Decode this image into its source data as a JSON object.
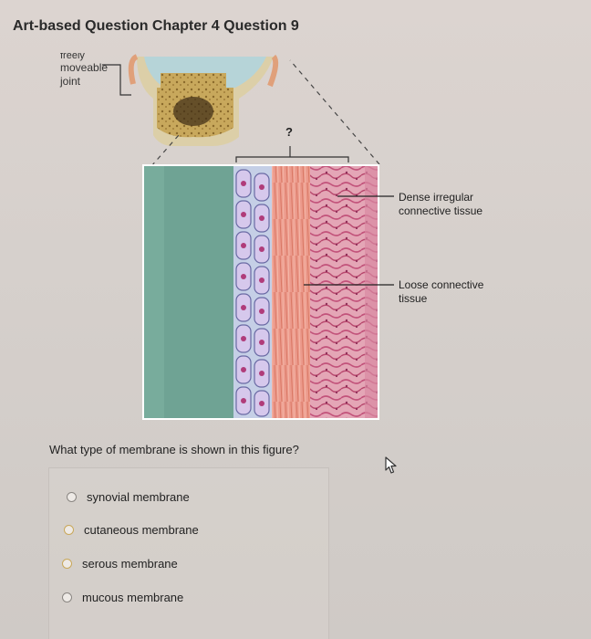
{
  "header": {
    "title": "Art-based Question Chapter 4 Question 9"
  },
  "figure": {
    "joint_label_cut": "freely",
    "joint_label_line1": "moveable",
    "joint_label_line2": "joint",
    "question_mark": "?",
    "callouts": [
      {
        "line1": "Dense irregular",
        "line2": "connective tissue"
      },
      {
        "line1": "Loose connective",
        "line2": "tissue"
      }
    ]
  },
  "question": {
    "text": "What type of membrane is shown in this figure?"
  },
  "options": [
    {
      "label": "synovial membrane"
    },
    {
      "label": "cutaneous membrane"
    },
    {
      "label": "serous membrane"
    },
    {
      "label": "mucous membrane"
    }
  ]
}
